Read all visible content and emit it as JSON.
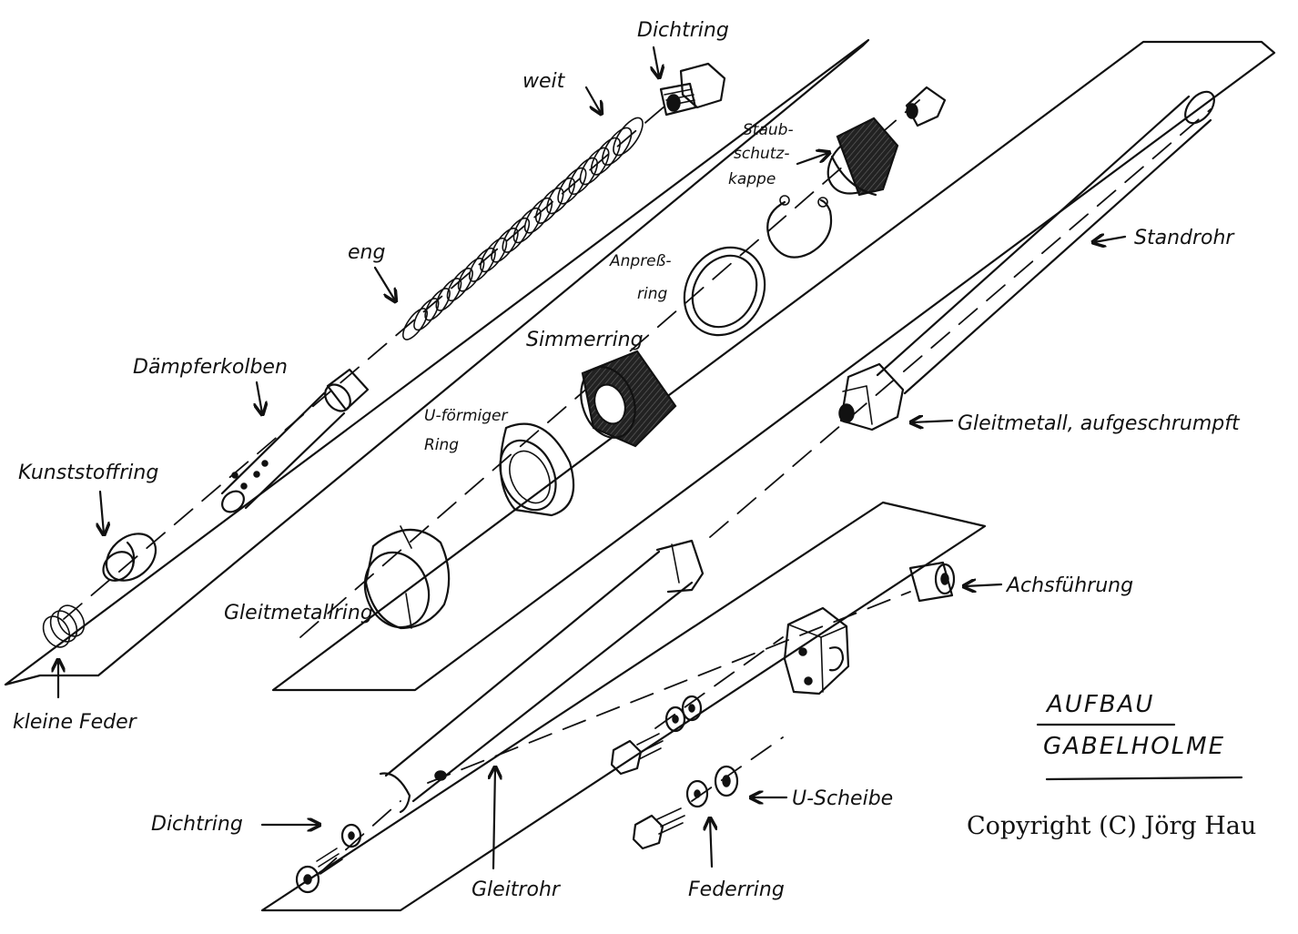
{
  "labels": {
    "dichtring_top": "Dichtring",
    "weit": "weit",
    "eng": "eng",
    "staubschutzkappe_1": "Staub-",
    "staubschutzkappe_2": "schutz-",
    "staubschutzkappe_3": "kappe",
    "standrohr": "Standrohr",
    "anpressring_1": "Anpreß-",
    "anpressring_2": "ring",
    "simmerring": "Simmerring",
    "daempferkolben": "Dämpferkolben",
    "u_foermiger_ring_1": "U-förmiger",
    "u_foermiger_ring_2": "Ring",
    "gleitmetall_aufgeschrumpft": "Gleitmetall, aufgeschrumpft",
    "kunststoffring": "Kunststoffring",
    "gleitmetallring": "Gleitmetallring",
    "kleine_feder": "kleine Feder",
    "achsfuehrung": "Achsführung",
    "dichtring_bottom": "Dichtring",
    "gleitrohr": "Gleitrohr",
    "u_scheibe": "U-Scheibe",
    "federring": "Federring"
  },
  "title": {
    "line1": "AUFBAU",
    "line2": "GABELHOLME"
  },
  "copyright": "Copyright (C) Jörg Hau",
  "colors": {
    "ink": "#111111",
    "paper": "#ffffff"
  }
}
